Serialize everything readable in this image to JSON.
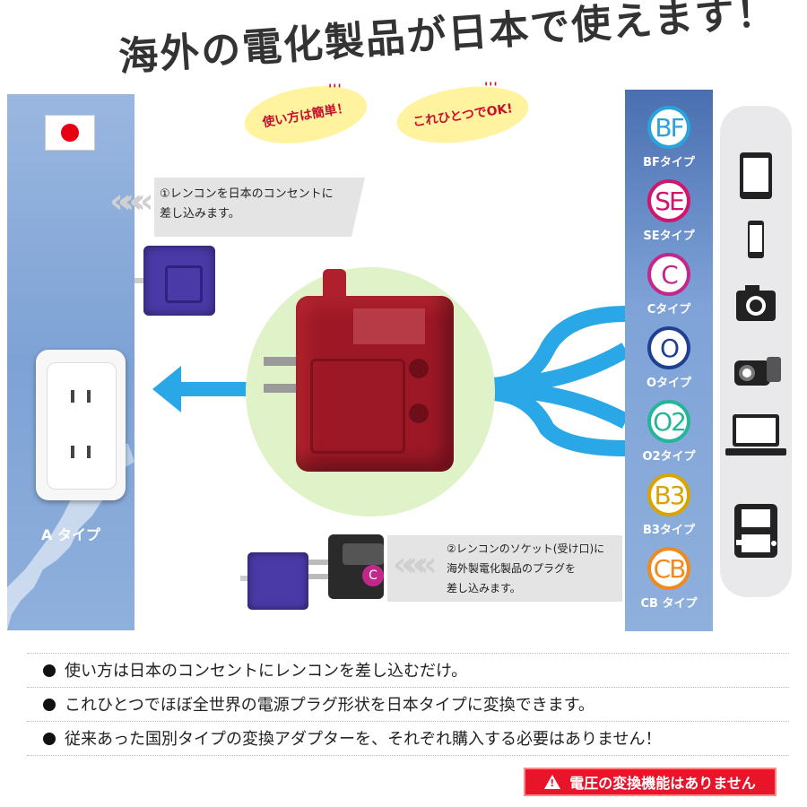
{
  "headline": "海外の電化製品が日本で使えます！",
  "badges": {
    "easy": "使い方は簡単！",
    "one": "これひとつでOK!"
  },
  "left": {
    "outlet_label": "A タイプ"
  },
  "steps": {
    "step1": [
      "①レンコンを日本のコンセントに",
      "差し込みます。"
    ],
    "step2": [
      "②レンコンのソケット(受け口)に",
      "海外製電化製品のプラグを",
      "差し込みます。"
    ]
  },
  "adapter_small_letter": "C",
  "plug_types": [
    {
      "code": "BF",
      "label": "BFタイプ",
      "color": "#2aa3dd"
    },
    {
      "code": "SE",
      "label": "SEタイプ",
      "color": "#d0156e"
    },
    {
      "code": "C",
      "label": "Cタイプ",
      "color": "#c2278c"
    },
    {
      "code": "O",
      "label": "Oタイプ",
      "color": "#1f3f93"
    },
    {
      "code": "O2",
      "label": "O2タイプ",
      "color": "#27b59a"
    },
    {
      "code": "B3",
      "label": "B3タイプ",
      "color": "#d9a400"
    },
    {
      "code": "CB",
      "label": "CB タイプ",
      "color": "#f08a1c"
    }
  ],
  "devices": [
    "tablet-icon",
    "smartphone-icon",
    "camera-icon",
    "video-camera-icon",
    "laptop-icon",
    "game-console-icon"
  ],
  "bullets": [
    "使い方は日本のコンセントにレンコンを差し込むだけ。",
    "これひとつでほぼ全世界の電源プラグ形状を日本タイプに変換できます。",
    "従来あった国別タイプの変換アダプターを、それぞれ購入する必要はありません！"
  ],
  "warning": "電圧の変換機能はありません",
  "colors": {
    "arrow": "#2aa7e6",
    "adapter": "#9d1826",
    "warning": "#e8152a"
  }
}
